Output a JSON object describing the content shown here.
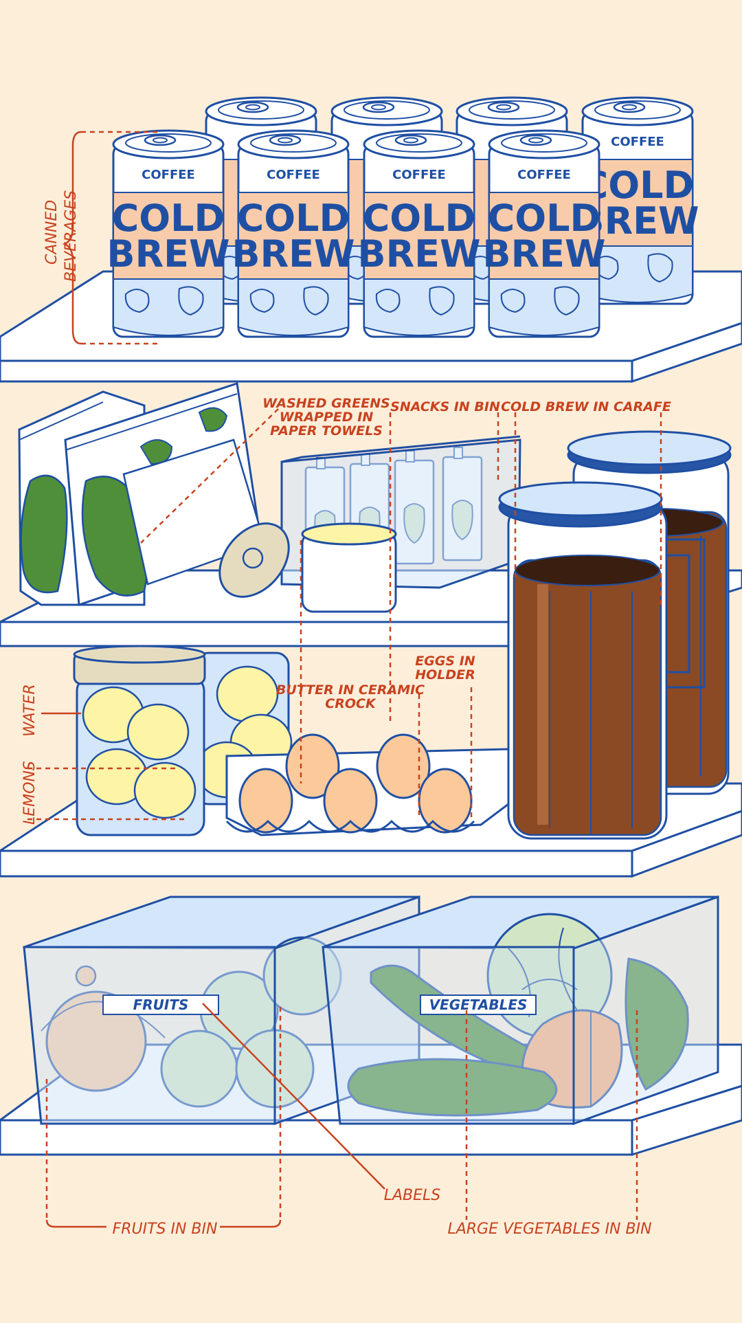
{
  "colors": {
    "background": "#fdeeda",
    "outline": "#1f4fa3",
    "annotation": "#c8421e",
    "shelf": "#ffffff",
    "can_label": "#f8ccaa",
    "ice": "#d3e6fa",
    "greens": "#4f8f3a",
    "coffee": "#8b4a24",
    "lemon": "#fdf4a6",
    "egg": "#fbc99a",
    "bin": "#cfe3f7"
  },
  "cans": {
    "small_text": "COFFEE",
    "line1": "COLD",
    "line2": "BREW"
  },
  "bins": {
    "fruits_label": "FRUITS",
    "vegetables_label": "VEGETABLES"
  },
  "annotations": {
    "canned_beverages_1": "CANNED",
    "canned_beverages_2": "BEVERAGES",
    "greens_1": "WASHED GREENS",
    "greens_2": "WRAPPED IN",
    "greens_3": "PAPER TOWELS",
    "snacks": "SNACKS IN BIN",
    "carafe": "COLD BREW IN CARAFE",
    "water": "WATER",
    "lemons": "LEMONS",
    "butter_1": "BUTTER IN CERAMIC",
    "butter_2": "CROCK",
    "eggs_1": "EGGS IN",
    "eggs_2": "HOLDER",
    "labels": "LABELS",
    "fruits_bin": "FRUITS IN BIN",
    "veg_bin": "LARGE VEGETABLES IN BIN"
  }
}
